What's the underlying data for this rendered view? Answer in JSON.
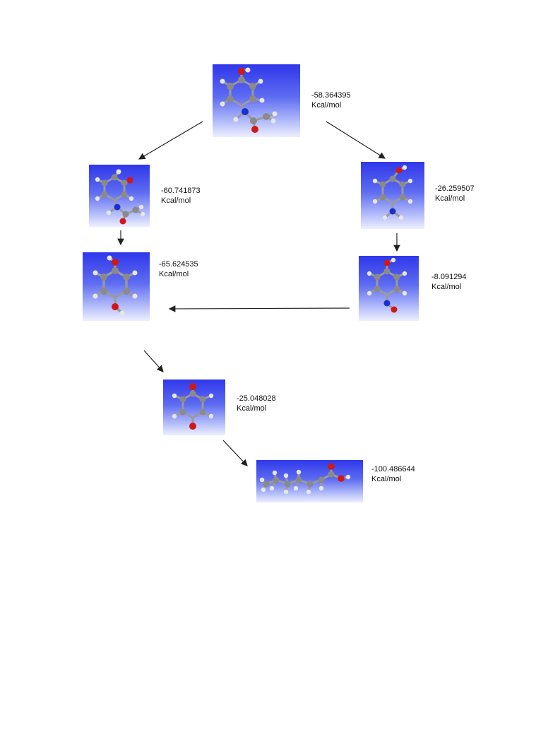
{
  "molecules": [
    {
      "id": "m1",
      "energy": "-58.364395",
      "unit": "Kcal/mol"
    },
    {
      "id": "m2",
      "energy": "-60.741873",
      "unit": "Kcal/mol"
    },
    {
      "id": "m3",
      "energy": "-26.259507",
      "unit": "Kcal/mol"
    },
    {
      "id": "m4",
      "energy": "-65.624535",
      "unit": "Kcal/mol"
    },
    {
      "id": "m5",
      "energy": "-8.091294",
      "unit": "Kcal/mol"
    },
    {
      "id": "m6",
      "energy": "-25.048028",
      "unit": "Kcal/mol"
    },
    {
      "id": "m7",
      "energy": "-100.486644",
      "unit": "Kcal/mol"
    }
  ],
  "colors": {
    "carbon": "#8a8a8a",
    "hydrogen": "#e6e6e6",
    "oxygen": "#d01818",
    "nitrogen": "#1a2fd0",
    "arrow": "#222222"
  }
}
